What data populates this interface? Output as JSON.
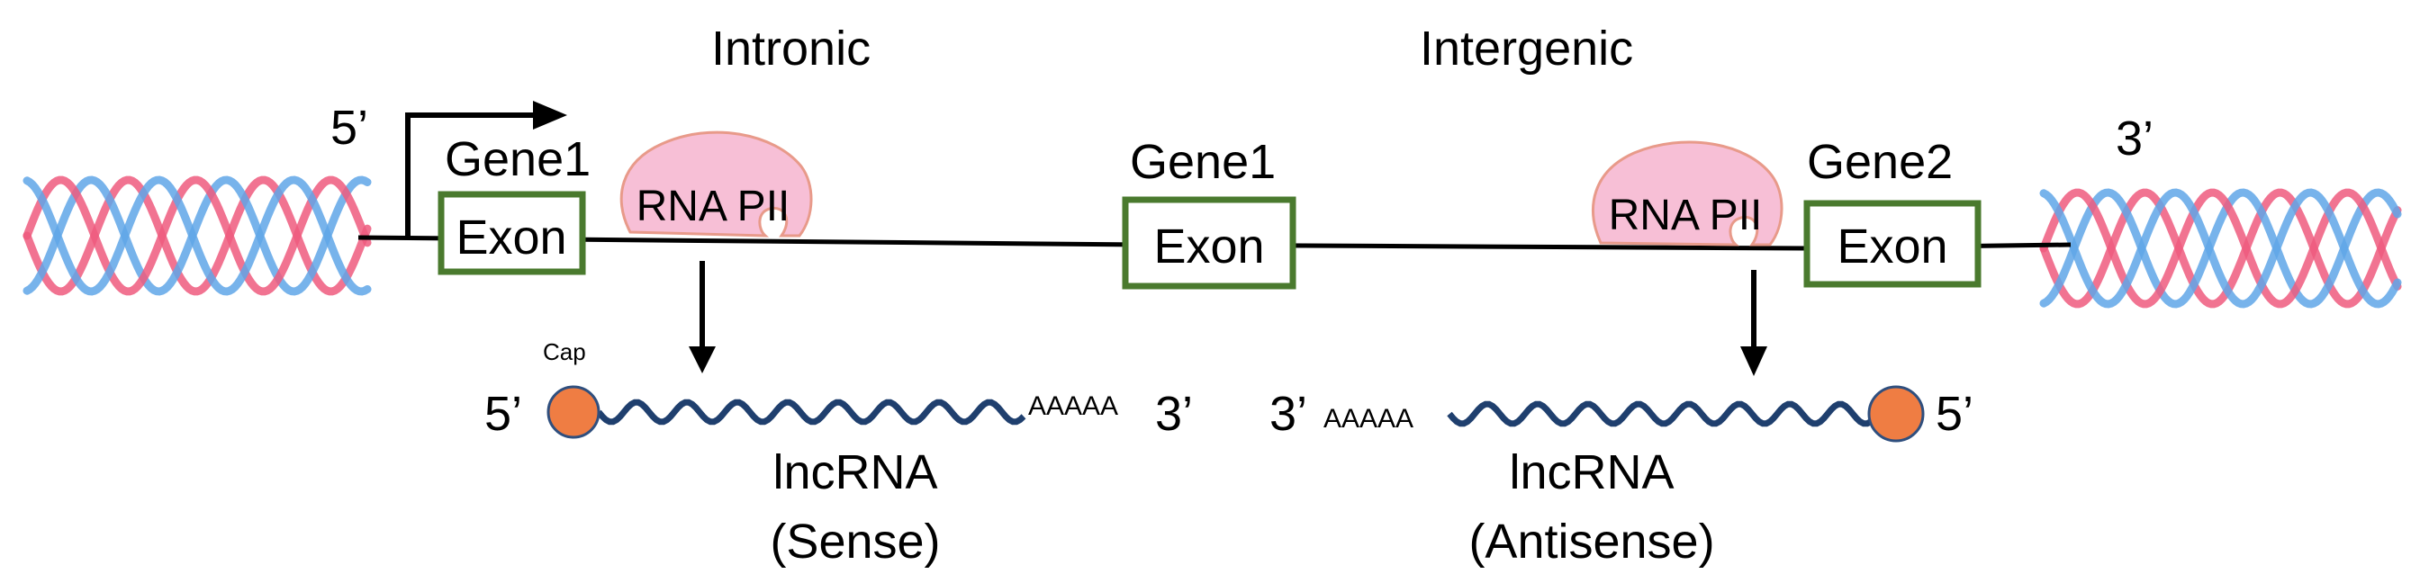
{
  "headings": {
    "left": "Intronic",
    "right": "Intergenic"
  },
  "strand_ends": {
    "left_prime": "5’",
    "right_prime": "3’"
  },
  "genes": [
    {
      "name": "Gene1",
      "region": "Exon"
    },
    {
      "name": "Gene1",
      "region": "Exon"
    },
    {
      "name": "Gene2",
      "region": "Exon"
    }
  ],
  "polymerases": [
    {
      "label": "RNA PII"
    },
    {
      "label": "RNA PII"
    }
  ],
  "transcripts": [
    {
      "start_end": "5’",
      "cap_label": "Cap",
      "tail": "AAAAA",
      "tail_end": "3’",
      "name": "lncRNA",
      "orientation": "(Sense)"
    },
    {
      "start_end": "3’",
      "tail": "AAAAA",
      "tail_end": "5’",
      "name": "lncRNA",
      "orientation": "(Antisense)"
    }
  ],
  "colors": {
    "exon_border": "#4a7a2e",
    "polymerase_fill": "#f7bfd6",
    "polymerase_stroke": "#e89a8a",
    "cap_fill": "#ef7d43",
    "rna_wave": "#1f3f6e",
    "helix_pink": "#ef5b7e",
    "helix_blue": "#5fa6e8"
  }
}
